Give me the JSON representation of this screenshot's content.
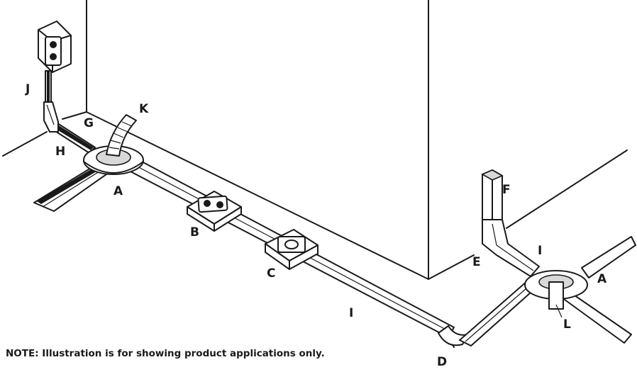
{
  "labels": {
    "a_left": "A",
    "a_right": "A",
    "b": "B",
    "c": "C",
    "d": "D",
    "e": "E",
    "f": "F",
    "g": "G",
    "h": "H",
    "i_bottom": "I",
    "i_right": "I",
    "j": "J",
    "k": "K",
    "l": "L"
  },
  "note": "NOTE: Illustration is for showing product applications only."
}
